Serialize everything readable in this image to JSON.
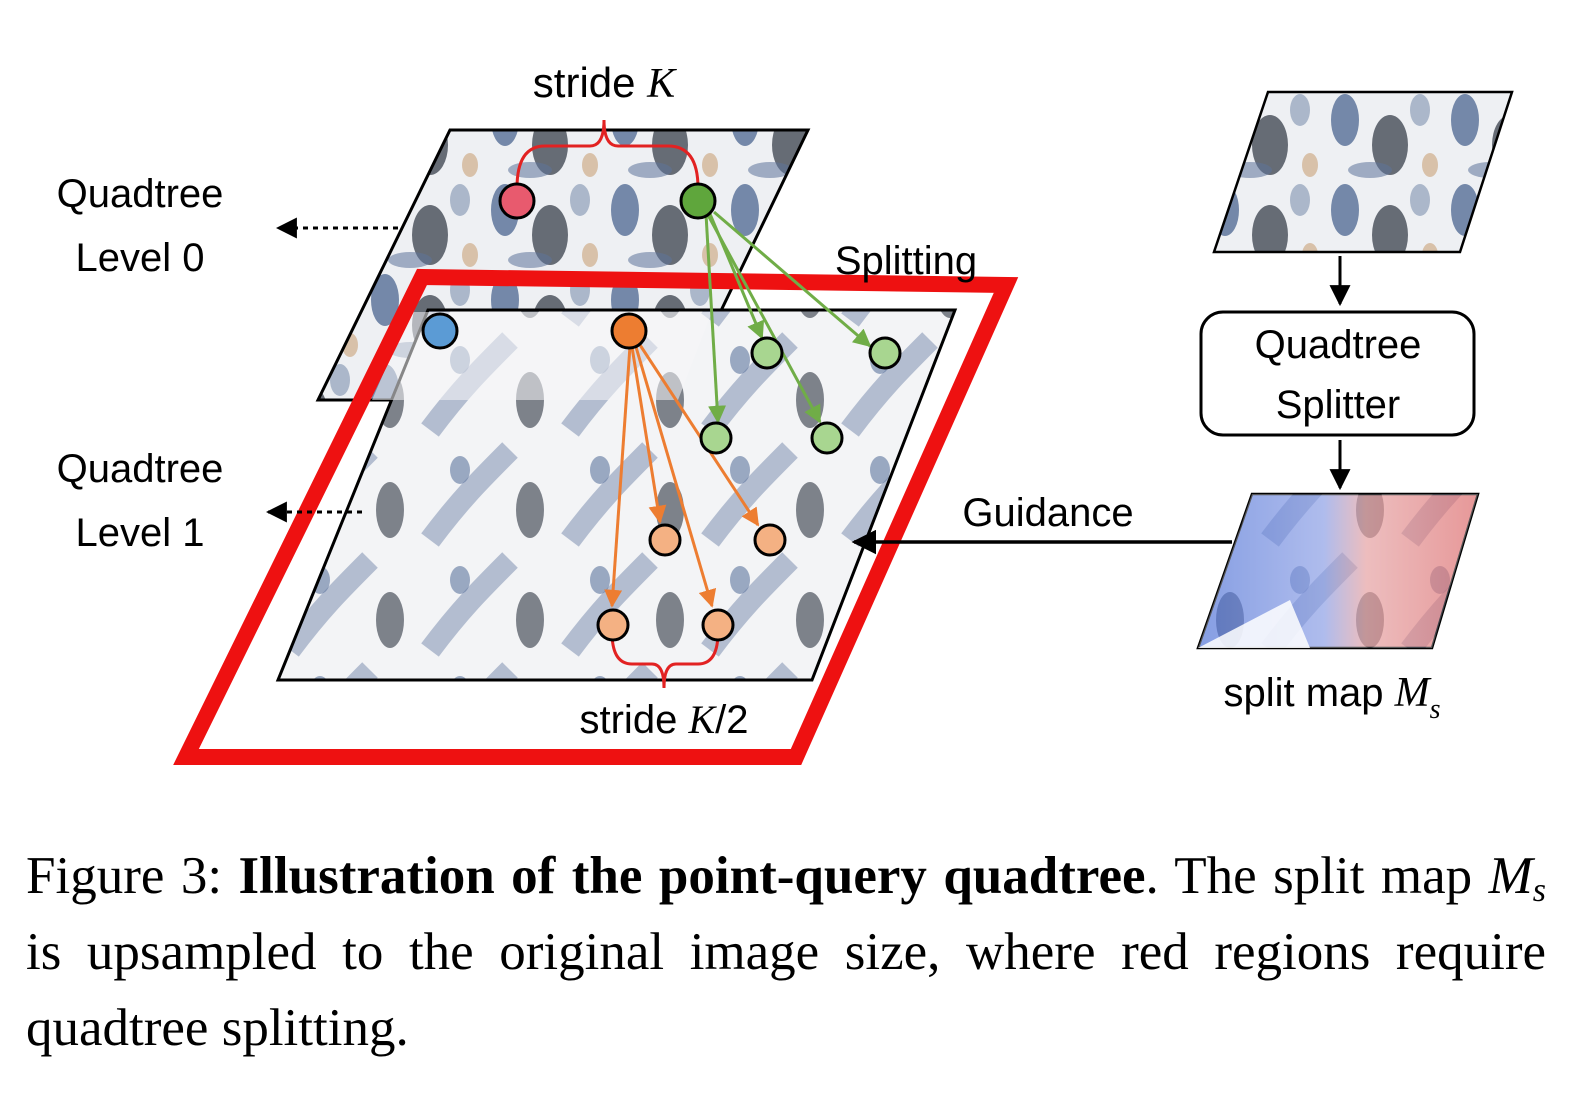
{
  "figure": {
    "labels": {
      "stride_top_prefix": "stride ",
      "stride_top_var": "K",
      "level0_line1": "Quadtree",
      "level0_line2": "Level 0",
      "level1_line1": "Quadtree",
      "level1_line2": "Level 1",
      "splitting": "Splitting",
      "guidance": "Guidance",
      "stride_bottom_prefix": "stride ",
      "stride_bottom_var": "K",
      "stride_bottom_suffix": "/2",
      "splitter_line1": "Quadtree",
      "splitter_line2": "Splitter",
      "split_map_prefix": "split map ",
      "split_map_var": "M",
      "split_map_sub": "s"
    },
    "colors": {
      "highlight_frame": "#ee1111",
      "brace": "#e22222",
      "point_red": "#e85a6e",
      "point_green": "#5fa63c",
      "point_green_light": "#a8d690",
      "point_blue": "#5b9bd5",
      "point_orange": "#ed7d31",
      "point_orange_light": "#f4b183",
      "arrow_green": "#70ad47",
      "arrow_orange": "#ed7d31",
      "split_map_red": "#e06666",
      "split_map_blue": "#4a6fd8"
    }
  },
  "caption": {
    "prefix": "Figure 3: ",
    "title": "Illustration of the point-query quadtree",
    "text1": ". The split map ",
    "var": "M",
    "sub": "s",
    "text2": " is upsampled to the original image size, where red regions require quadtree splitting."
  }
}
